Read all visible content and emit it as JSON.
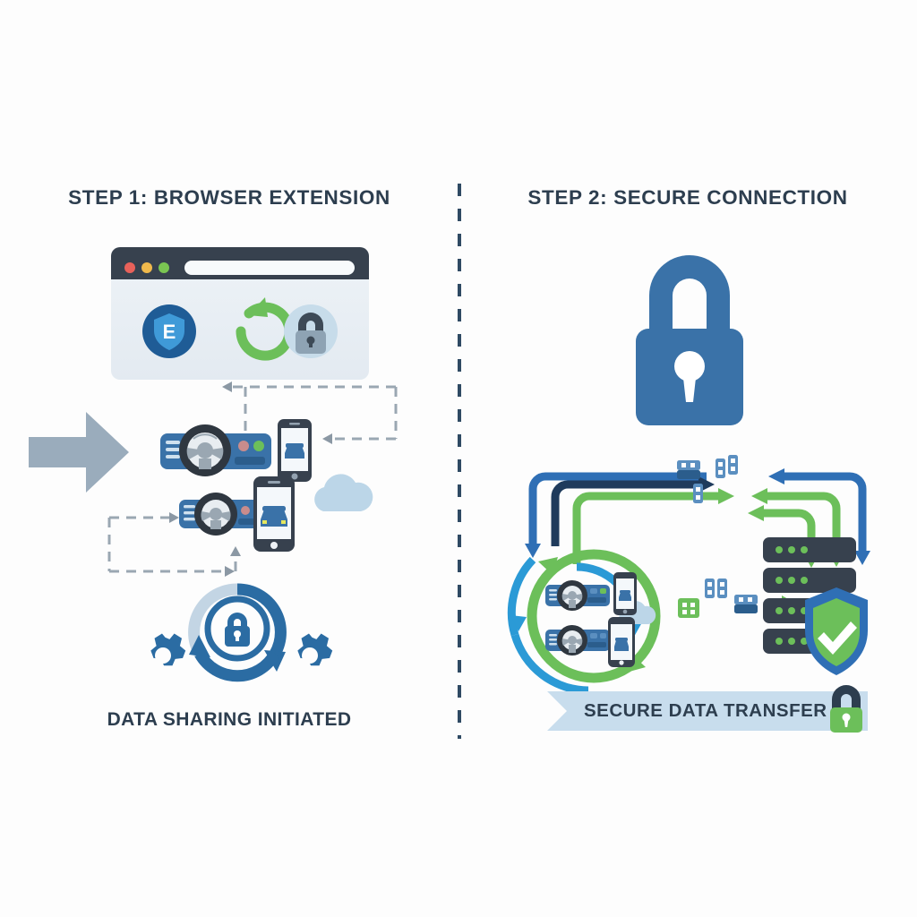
{
  "meta": {
    "background_color": "#fdfdfd",
    "title_color": "#2d3e4f"
  },
  "palette": {
    "navy": "#1f3b5c",
    "steel_blue": "#3a72a8",
    "medium_blue": "#2f6fb5",
    "light_blue": "#2b9ad6",
    "pale_blue": "#c7dcea",
    "green": "#6cbf5a",
    "green_dark": "#57ad49",
    "gray_arrow": "#9aacbc",
    "dash_gray": "#9aa7b2",
    "dark_slate": "#37414e",
    "browser_bg": "#eef2f6",
    "ribbon_blue": "#c8dded"
  },
  "panels": [
    {
      "id": "left",
      "title": "STEP 1: BROWSER EXTENSION",
      "caption": "DATA SHARING INITIATED",
      "browser": {
        "name": "browser-window",
        "traffic_lights": [
          "#e8615a",
          "#f0b94c",
          "#7ac552"
        ],
        "url_bar_value": "",
        "url_bar_placeholder": "",
        "extension_icons": [
          {
            "name": "shield-extension-icon",
            "label": "E",
            "circle_color": "#1f5c96",
            "shield_color": "#3f9ad8"
          },
          {
            "name": "refresh-sync-icon",
            "label": "",
            "circle_color": "",
            "shield_color": "#6cbf5a"
          },
          {
            "name": "lock-permission-icon",
            "label": "",
            "circle_color": "#c7dcea",
            "shield_color": "#3d4a57"
          }
        ]
      },
      "devices": [
        {
          "name": "car-dashboard-icon-1",
          "type": "dashboard"
        },
        {
          "name": "smartphone-car-icon-1",
          "type": "phone"
        },
        {
          "name": "car-dashboard-icon-2",
          "type": "dashboard"
        },
        {
          "name": "smartphone-car-icon-2",
          "type": "phone"
        },
        {
          "name": "cloud-icon",
          "type": "cloud"
        }
      ],
      "sync_block": {
        "name": "sync-lock-gears",
        "lock_label": "",
        "gears": 2
      },
      "entry_arrow": {
        "name": "incoming-flow-arrow",
        "direction": "right",
        "color": "#9aacbc"
      }
    },
    {
      "id": "right",
      "title": "STEP 2: SECURE CONNECTION",
      "caption": "SECURE DATA TRANSFER",
      "padlock": {
        "name": "large-padlock-icon",
        "color": "#3a72a8"
      },
      "device_ring": {
        "name": "device-cluster-ring",
        "ring_color": "#6cbf5a",
        "outer_arc_color": "#2b9ad6",
        "devices": [
          "car-dashboard-icon-3",
          "smartphone-car-icon-3",
          "car-dashboard-icon-4",
          "smartphone-car-icon-4",
          "cloud-icon-small"
        ]
      },
      "server": {
        "name": "server-stack",
        "racks": 4,
        "led_color": "#6cbf5a",
        "rack_color": "#37414e",
        "shield": {
          "name": "verified-shield-icon",
          "outline": "#2f6fb5",
          "fill": "#6cbf5a",
          "check": "#ffffff"
        }
      },
      "data_packets": [
        {
          "name": "data-packet-blue-1",
          "color": "#3a72a8"
        },
        {
          "name": "data-packet-blue-2",
          "color": "#3a72a8"
        },
        {
          "name": "data-packet-blue-3",
          "color": "#5b8fc0"
        },
        {
          "name": "data-packet-blue-4",
          "color": "#5b8fc0"
        },
        {
          "name": "data-packet-green-1",
          "color": "#6cbf5a"
        },
        {
          "name": "data-packet-blue-5",
          "color": "#3a72a8"
        }
      ],
      "flow_arrows": [
        {
          "name": "flow-arrow-upload-blue",
          "color": "#2f6fb5"
        },
        {
          "name": "flow-arrow-upload-navy",
          "color": "#1f3b5c"
        },
        {
          "name": "flow-arrow-upload-green",
          "color": "#6cbf5a"
        },
        {
          "name": "flow-arrow-download-blue",
          "color": "#2f6fb5"
        },
        {
          "name": "flow-arrow-download-green-1",
          "color": "#6cbf5a"
        },
        {
          "name": "flow-arrow-download-green-2",
          "color": "#6cbf5a"
        }
      ],
      "ribbon": {
        "name": "secure-transfer-ribbon",
        "bg": "#c8dded",
        "lock_body": "#6cbf5a",
        "lock_shackle": "#2d3e4f"
      }
    }
  ]
}
